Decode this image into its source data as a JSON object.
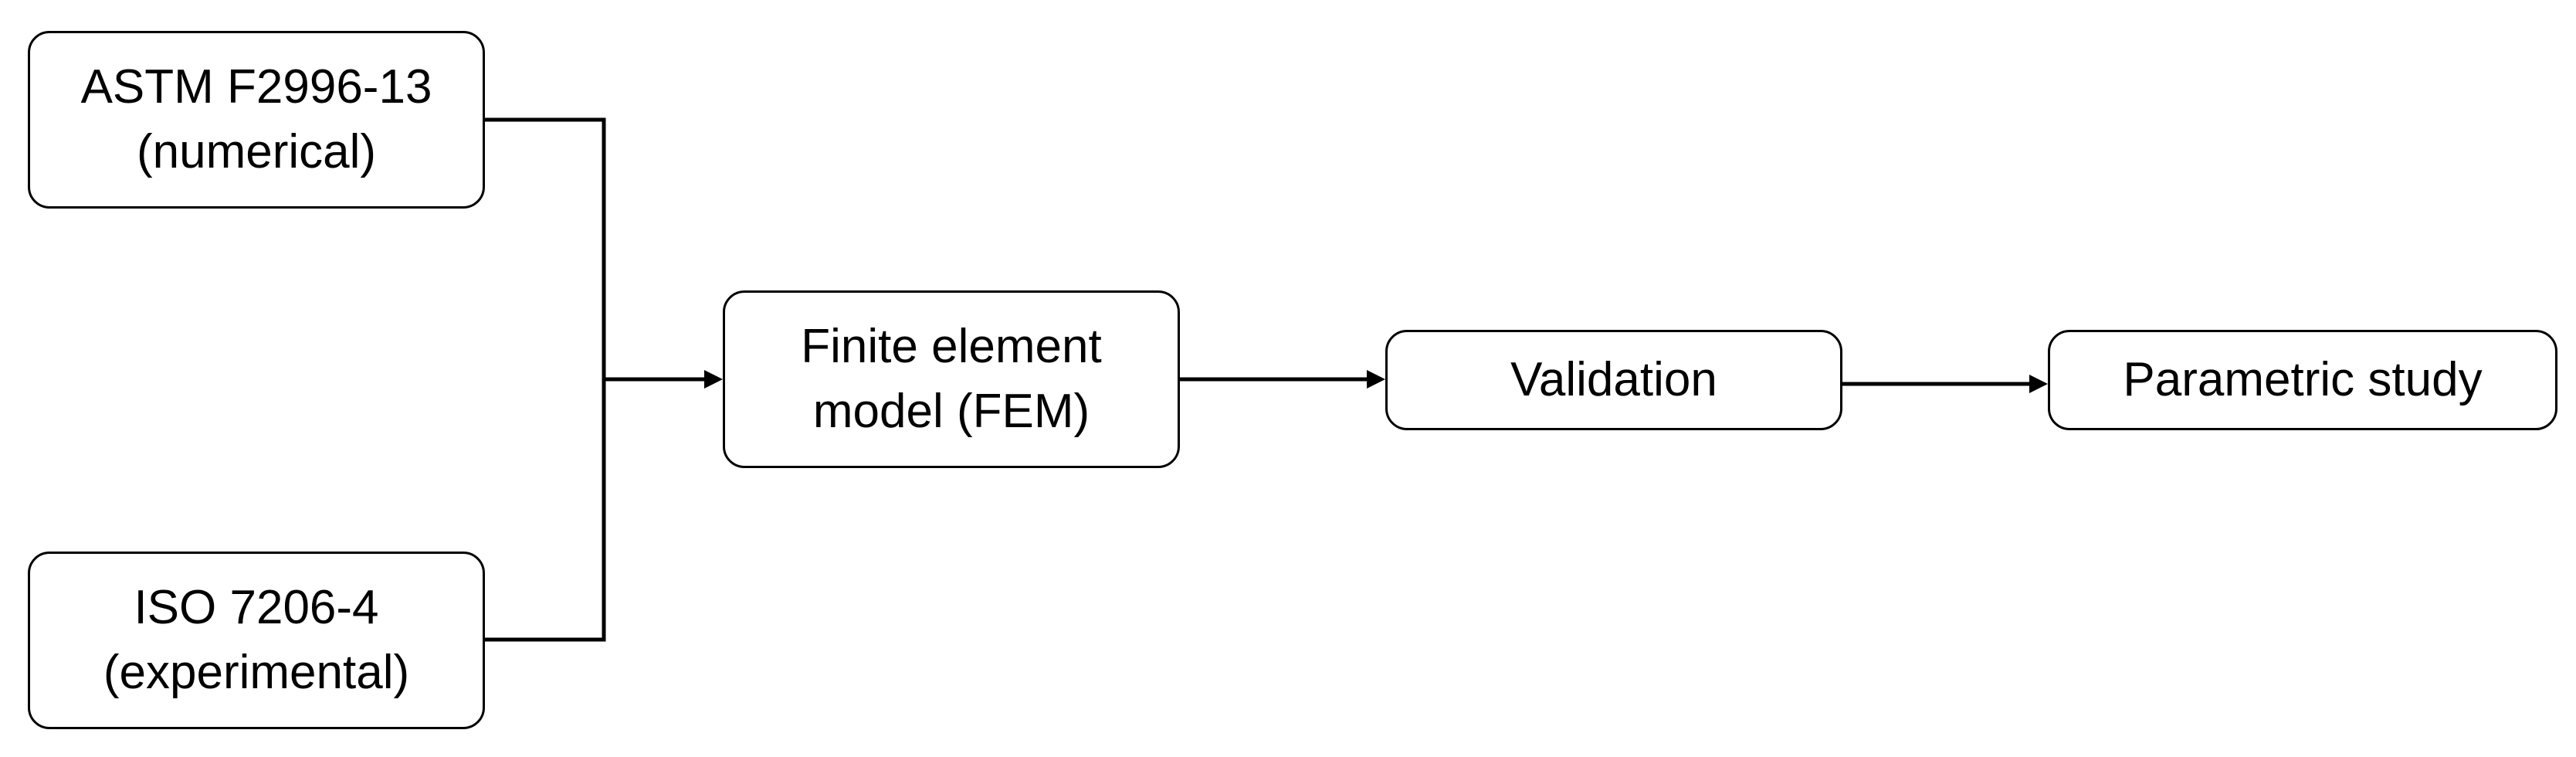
{
  "diagram": {
    "nodes": {
      "astm": {
        "line1": "ASTM F2996-13",
        "line2": "(numerical)"
      },
      "iso": {
        "line1": "ISO 7206-4",
        "line2": "(experimental)"
      },
      "fem": {
        "line1": "Finite element",
        "line2": "model (FEM)"
      },
      "validation": {
        "label": "Validation"
      },
      "parametric": {
        "label": "Parametric study"
      }
    },
    "edges": [
      {
        "from": "astm",
        "to": "fem"
      },
      {
        "from": "iso",
        "to": "fem"
      },
      {
        "from": "fem",
        "to": "validation"
      },
      {
        "from": "validation",
        "to": "parametric"
      }
    ]
  }
}
